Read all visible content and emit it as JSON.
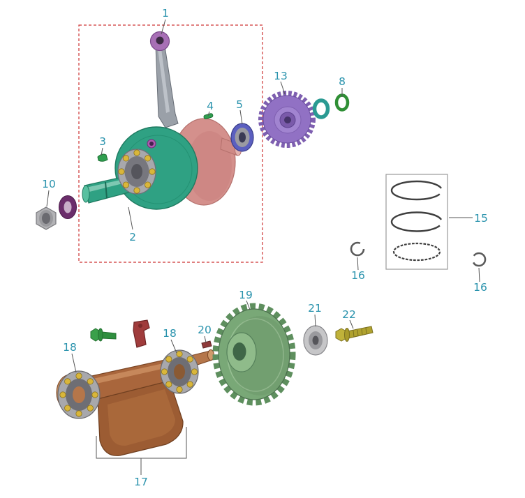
{
  "diagram": {
    "kind": "exploded-parts-diagram",
    "subject": "Crankshaft, piston rings and balancer shaft assembly"
  },
  "colors": {
    "callout_text": "#2a93ad",
    "boundary_dash": "#cd3333",
    "crank_web_teal": "#2fa183",
    "crank_web_pink": "#d4908c",
    "rod_gray": "#9aa0a8",
    "rod_eye_purple": "#a76fb5",
    "gear13_purple": "#9171c4",
    "gear19_green": "#79a877",
    "balancer_brown": "#a9663c",
    "bearing_gray": "#a8a8ac",
    "ball_yellow": "#d9b63a",
    "bearing5_blue": "#5b5fc0",
    "washer10_purple": "#6b2d6b",
    "ring8_green": "#2f8f35",
    "ring_teal": "#2a9a92",
    "key_green": "#2f9e4f",
    "key20_red": "#8f3a3a",
    "bolt22_olive": "#b0a22f",
    "bolt_green": "#3aa04a",
    "bracket_red": "#a03c3c"
  },
  "callouts": {
    "c1": "1",
    "c2": "2",
    "c3": "3",
    "c4": "4",
    "c5": "5",
    "c8": "8",
    "c10": "10",
    "c13": "13",
    "c15": "15",
    "c16a": "16",
    "c16b": "16",
    "c17": "17",
    "c18a": "18",
    "c18b": "18",
    "c19": "19",
    "c20": "20",
    "c21": "21",
    "c22": "22"
  }
}
